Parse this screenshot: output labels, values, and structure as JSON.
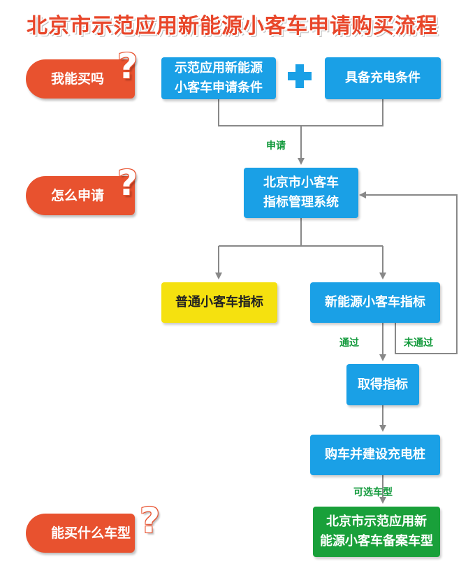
{
  "title": "北京市示范应用新能源小客车申请购买流程",
  "lanes": [
    {
      "label": "我能买吗",
      "mark": "?"
    },
    {
      "label": "怎么申请",
      "mark": "?"
    },
    {
      "label": "能买什么车型",
      "mark": "?"
    }
  ],
  "nodes": {
    "conditions": [
      "示范应用新能源",
      "小客车申请条件"
    ],
    "charging": "具备充电条件",
    "system": [
      "北京市小客车",
      "指标管理系统"
    ],
    "regular": "普通小客车指标",
    "nev_quota": "新能源小客车指标",
    "obtain": "取得指标",
    "purchase": "购车并建设充电桩",
    "catalog": [
      "北京市示范应用新",
      "能源小客车备案车型"
    ]
  },
  "edge_labels": {
    "apply": "申请",
    "pass": "通过",
    "fail": "未通过",
    "optional": "可选车型"
  },
  "colors": {
    "lane": "#e8522f",
    "title": "#e8462a",
    "blue": "#1aa0e6",
    "yellow": "#f5e10f",
    "green": "#19a03a",
    "edge_label": "#139a3c",
    "connector": "#888888"
  }
}
